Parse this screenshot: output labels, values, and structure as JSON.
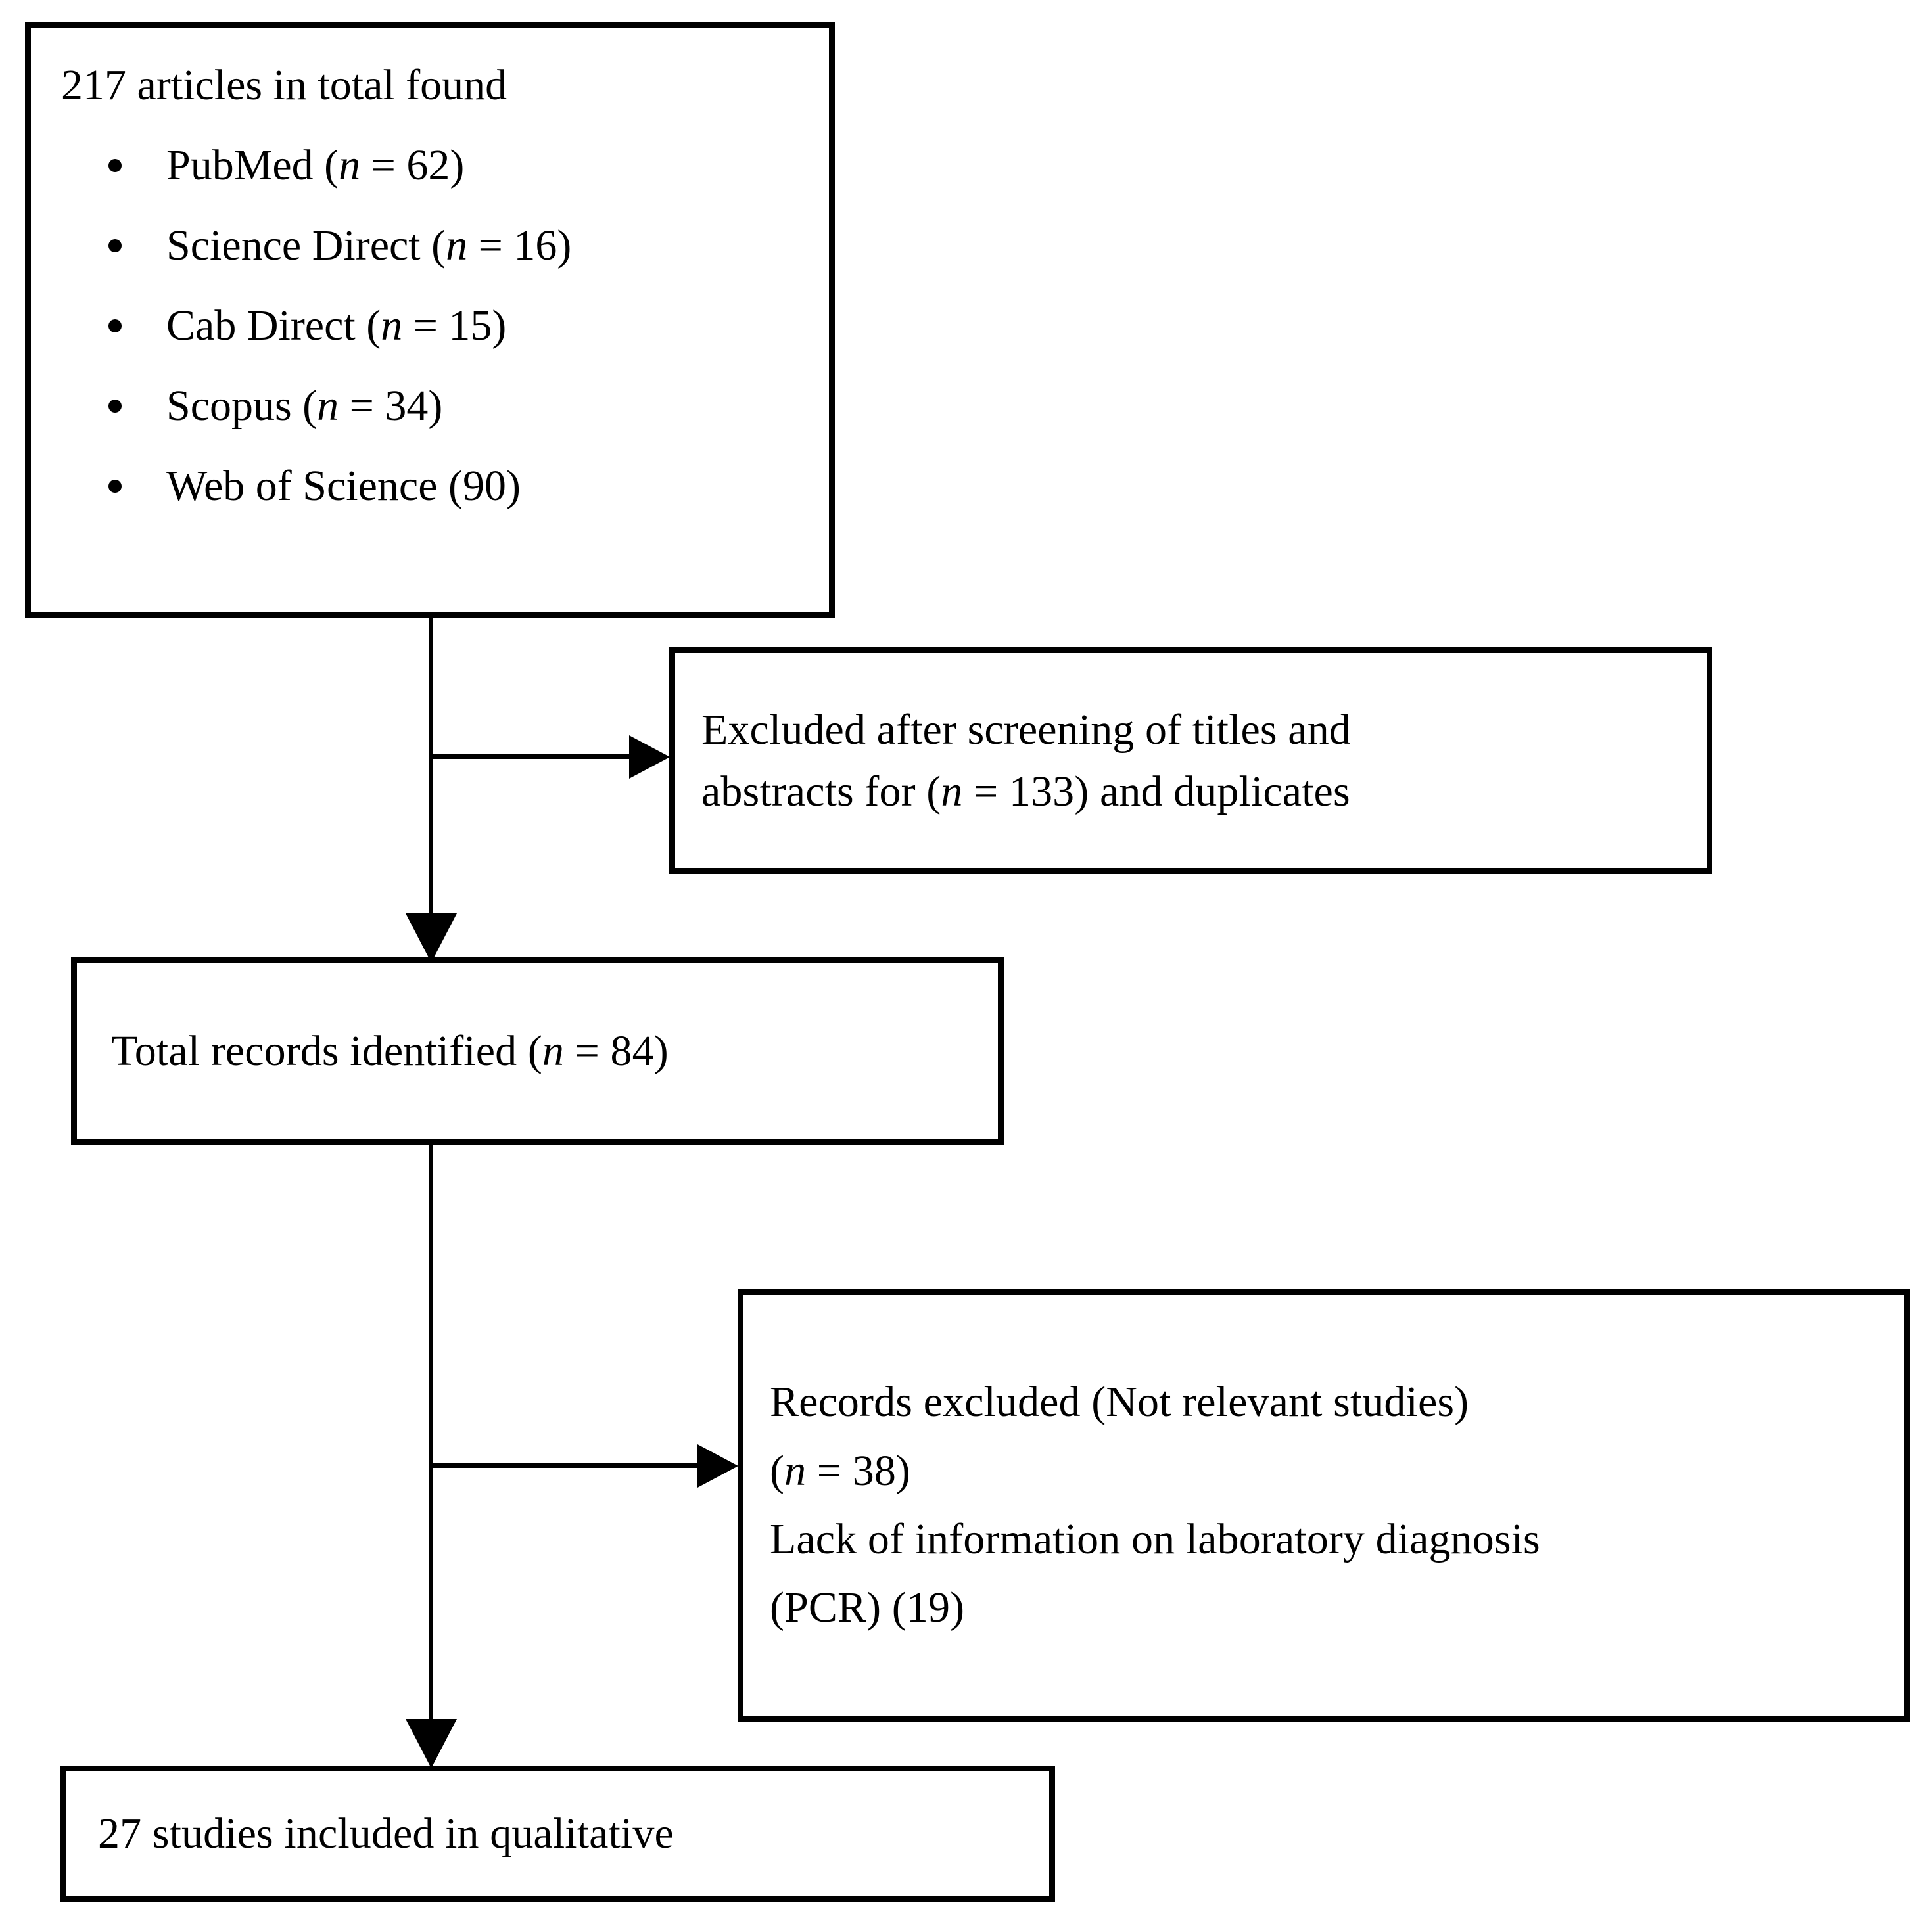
{
  "diagram": {
    "title": "PRISMA study selection flow diagram",
    "type": "flowchart",
    "background_color": "#ffffff",
    "line_color": "#000000"
  },
  "boxes": {
    "sources": {
      "heading": "217 articles in total found",
      "items": [
        {
          "name": "PubMed",
          "count_prefix": "(",
          "n_label": "n",
          "eq": " = ",
          "count": "62",
          "count_suffix": ")",
          "full": "PubMed (n = 62)"
        },
        {
          "name": "Science Direct",
          "count_prefix": "(",
          "n_label": "n",
          "eq": " = ",
          "count": "16",
          "count_suffix": ")",
          "full": "Science Direct (n = 16)"
        },
        {
          "name": "Cab Direct",
          "count_prefix": "(",
          "n_label": "n",
          "eq": " = ",
          "count": "15",
          "count_suffix": ")",
          "full": "Cab Direct (n = 15)"
        },
        {
          "name": "Scopus",
          "count_prefix": "(",
          "n_label": "n",
          "eq": " = ",
          "count": "34",
          "count_suffix": ")",
          "full": "Scopus (n = 34)"
        },
        {
          "name": "Web of Science",
          "count_prefix": "(",
          "n_label": "",
          "eq": "",
          "count": "90",
          "count_suffix": ")",
          "full": "Web of Science (90)"
        }
      ]
    },
    "excluded_screening": {
      "line1": "Excluded after screening of titles and",
      "line2_pre": "abstracts for (",
      "line2_n": "n",
      "line2_mid": " = 133) and duplicates",
      "count": "133"
    },
    "total_records": {
      "text_pre": "Total records identified (",
      "text_n": "n",
      "text_post": " = 84)",
      "count": "84"
    },
    "records_excluded": {
      "line1": "Records excluded (Not relevant studies)",
      "line2_pre": "(",
      "line2_n": "n",
      "line2_post": " = 38)",
      "line2_count": "38",
      "line3": "Lack of information on laboratory diagnosis",
      "line4": "(PCR) (19)",
      "line4_count": "19"
    },
    "included": {
      "text": "27 studies included in qualitative",
      "count": "27"
    }
  },
  "connectors": [
    {
      "name": "sources-to-total-records",
      "style": "solid-arrow-down"
    },
    {
      "name": "sources-to-excluded-screening",
      "style": "solid-arrow-right"
    },
    {
      "name": "total-records-to-included",
      "style": "solid-arrow-down"
    },
    {
      "name": "total-records-to-records-excluded",
      "style": "solid-arrow-right"
    }
  ]
}
